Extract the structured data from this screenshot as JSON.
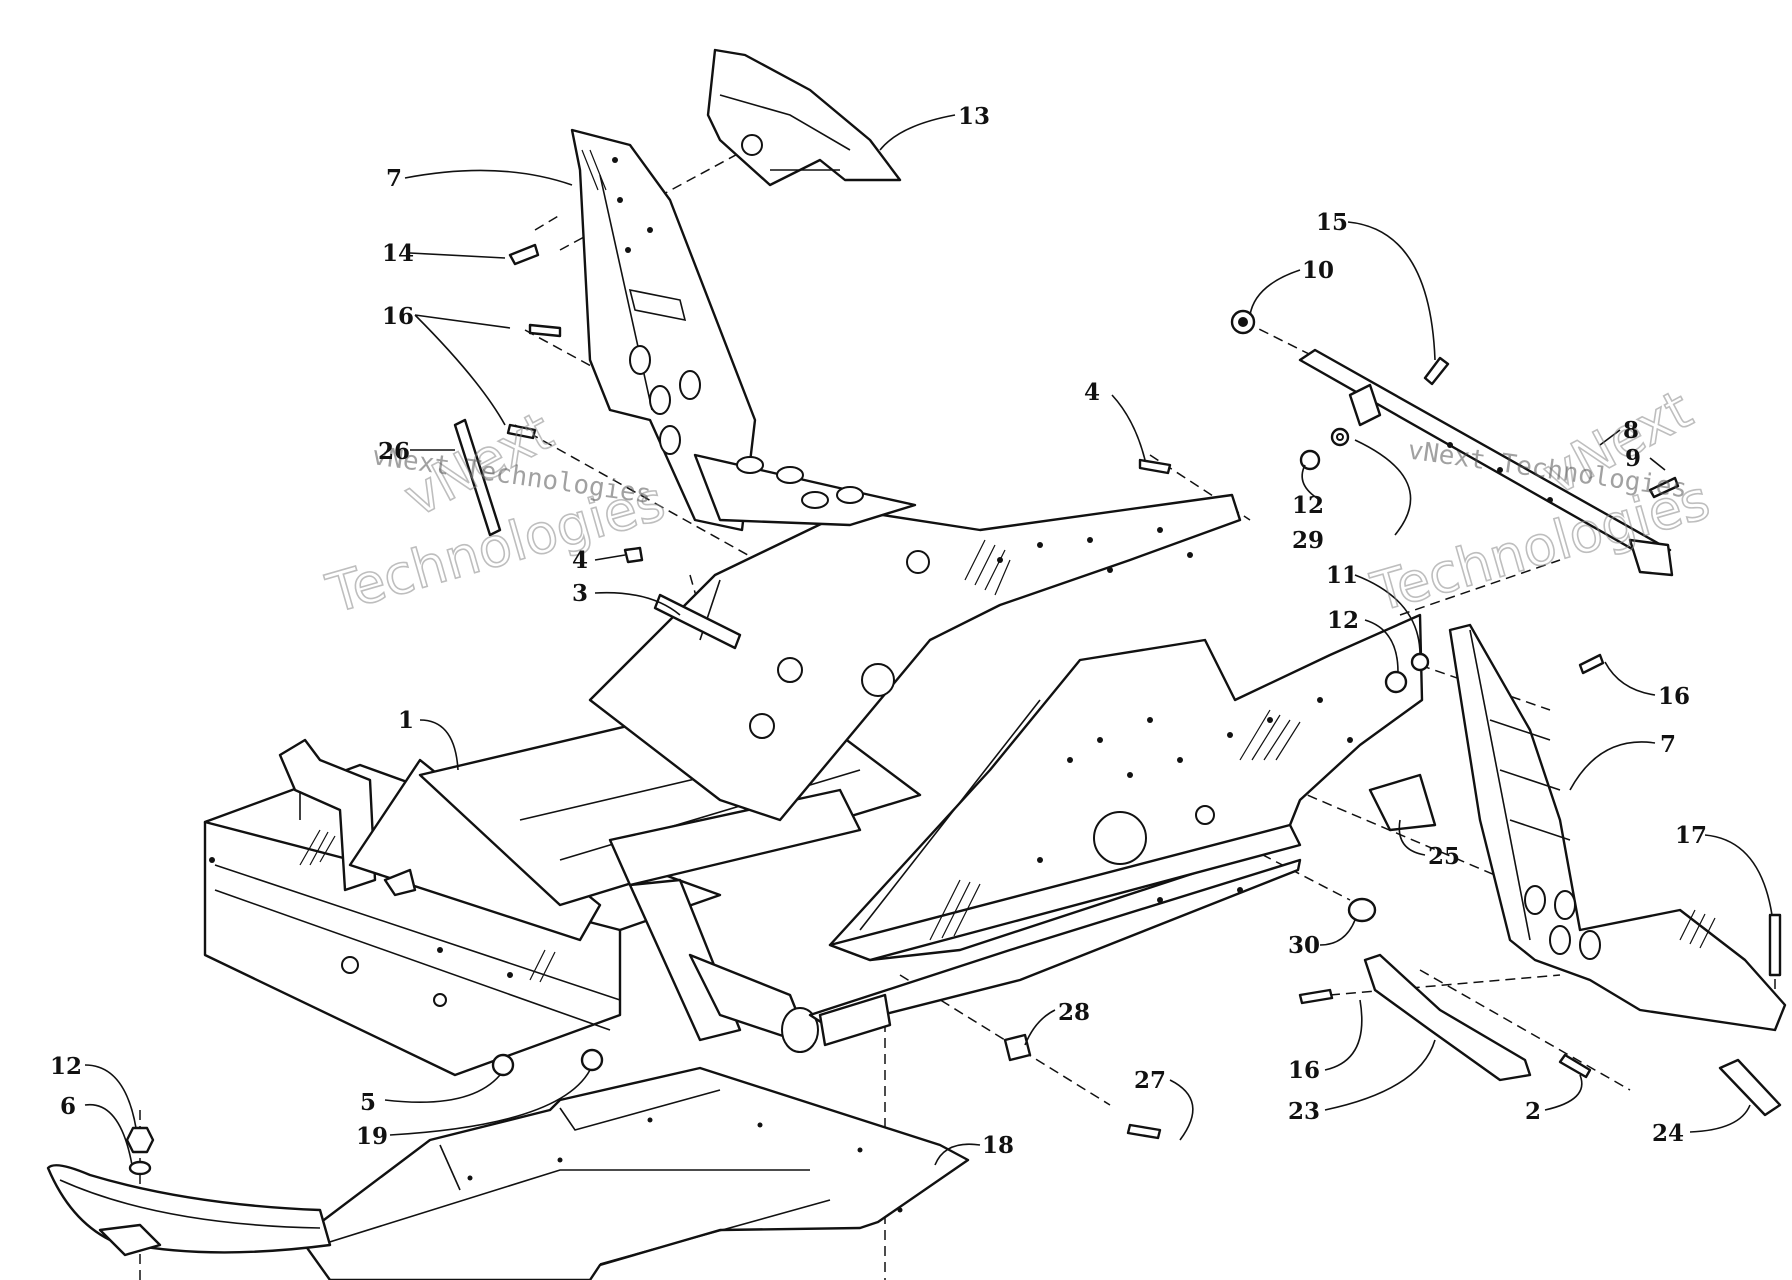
{
  "diagram": {
    "watermark": {
      "line1": "vNext",
      "line2": "Technologies",
      "full": "vNext Technologies"
    },
    "callouts": {
      "c13": "13",
      "c7a": "7",
      "c14": "14",
      "c16a": "16",
      "c26": "26",
      "c4a": "4",
      "c3": "3",
      "c1": "1",
      "c15": "15",
      "c10": "10",
      "c4b": "4",
      "c8": "8",
      "c9": "9",
      "c12a": "12",
      "c29": "29",
      "c11": "11",
      "c12b": "12",
      "c16b": "16",
      "c7b": "7",
      "c17": "17",
      "c25": "25",
      "c30": "30",
      "c28": "28",
      "c27": "27",
      "c16c": "16",
      "c23": "23",
      "c2": "2",
      "c24": "24",
      "c12c": "12",
      "c6": "6",
      "c5": "5",
      "c19": "19",
      "c18": "18"
    }
  }
}
